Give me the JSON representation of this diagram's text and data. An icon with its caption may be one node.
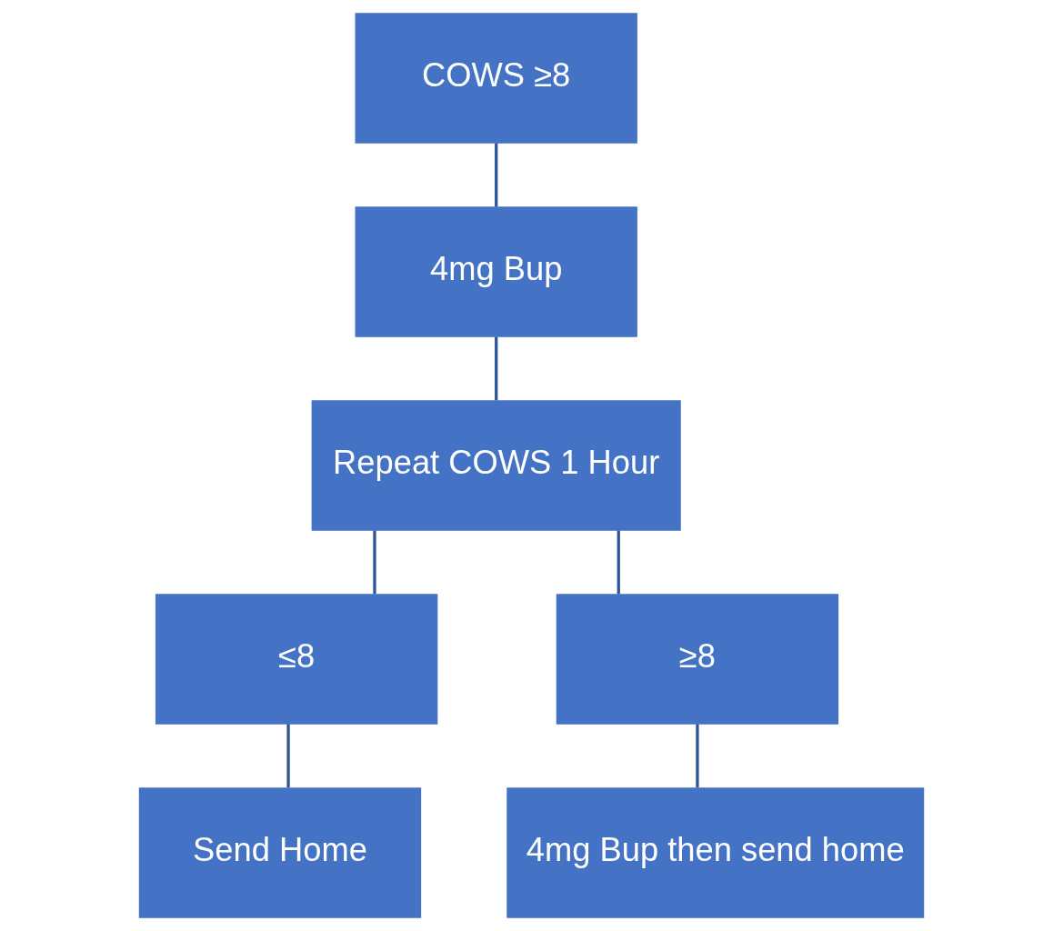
{
  "diagram": {
    "nodes": [
      {
        "text": [
          "COWS ≥8"
        ]
      },
      {
        "text": [
          "4mg Bup"
        ]
      },
      {
        "text": [
          "Repeat COWS 1 Hour"
        ]
      },
      {
        "text": [
          "≤8"
        ]
      },
      {
        "text": [
          "≥8"
        ]
      },
      {
        "text": [
          "Send Home"
        ]
      },
      {
        "text": [
          "4mg Bup then send home"
        ]
      }
    ],
    "edges": [
      {
        "from": 0,
        "to": 1,
        "arrow": "none"
      },
      {
        "from": 1,
        "to": 2,
        "arrow": "none"
      },
      {
        "from": 2,
        "to": 3,
        "arrow": "none"
      },
      {
        "from": 2,
        "to": 4,
        "arrow": "none"
      },
      {
        "from": 3,
        "to": 5,
        "arrow": "none"
      },
      {
        "from": 4,
        "to": 6,
        "arrow": "none"
      }
    ]
  }
}
